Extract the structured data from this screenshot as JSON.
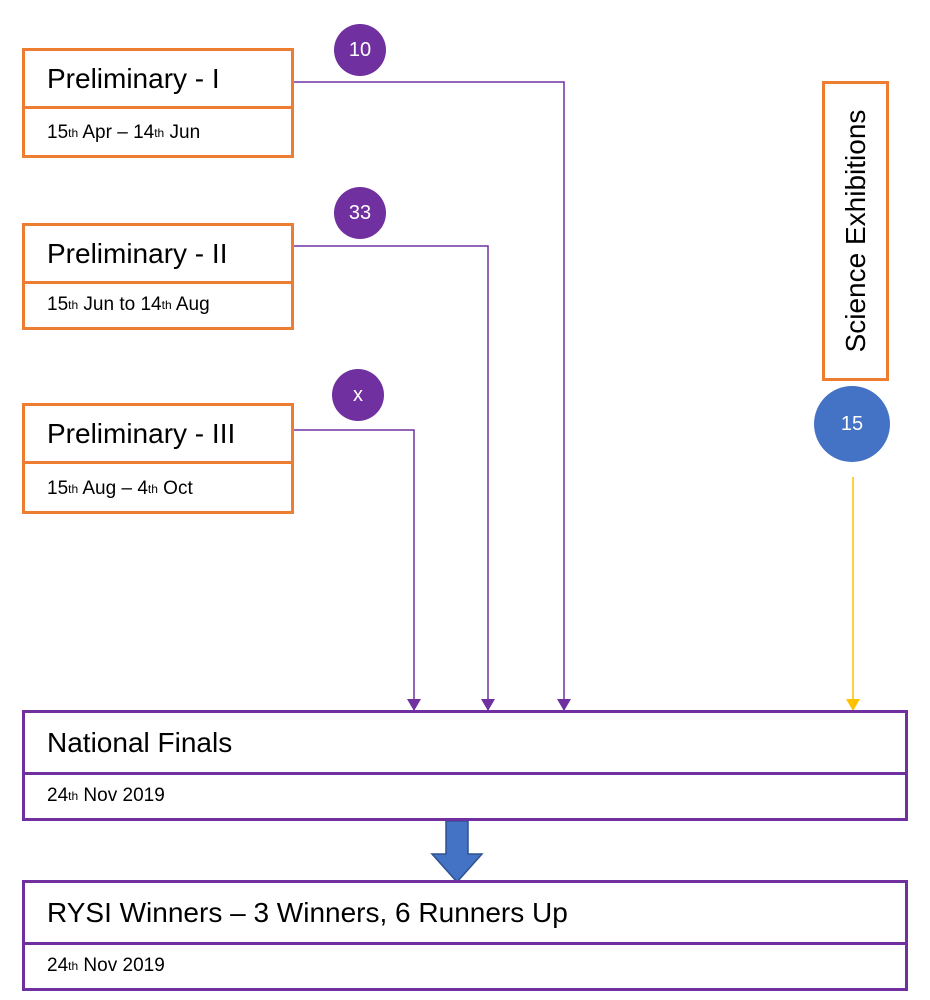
{
  "preliminaries": [
    {
      "title": "Preliminary - I",
      "dates": [
        "15",
        "th",
        " Apr – 14",
        "th",
        " Jun"
      ],
      "count": "10"
    },
    {
      "title": "Preliminary - II",
      "dates": [
        "15",
        "th",
        " Jun to 14",
        "th",
        " Aug"
      ],
      "count": "33"
    },
    {
      "title": "Preliminary - III",
      "dates": [
        "15",
        "th",
        " Aug – 4",
        "th",
        " Oct"
      ],
      "count": "x"
    }
  ],
  "science": {
    "label": "Science Exhibitions",
    "count": "15"
  },
  "finals": {
    "title": "National Finals",
    "date": [
      "24",
      "th",
      " Nov 2019"
    ]
  },
  "winners": {
    "title": "RYSI Winners – 3 Winners, 6 Runners Up",
    "date": [
      "24",
      "th",
      " Nov 2019"
    ]
  },
  "colors": {
    "box_border": "#ed7d31",
    "final_border": "#7030a0",
    "connector": "#7030a0",
    "science_connector": "#ffc000",
    "science_badge": "#4472c4",
    "arrow": "#4472c4"
  }
}
